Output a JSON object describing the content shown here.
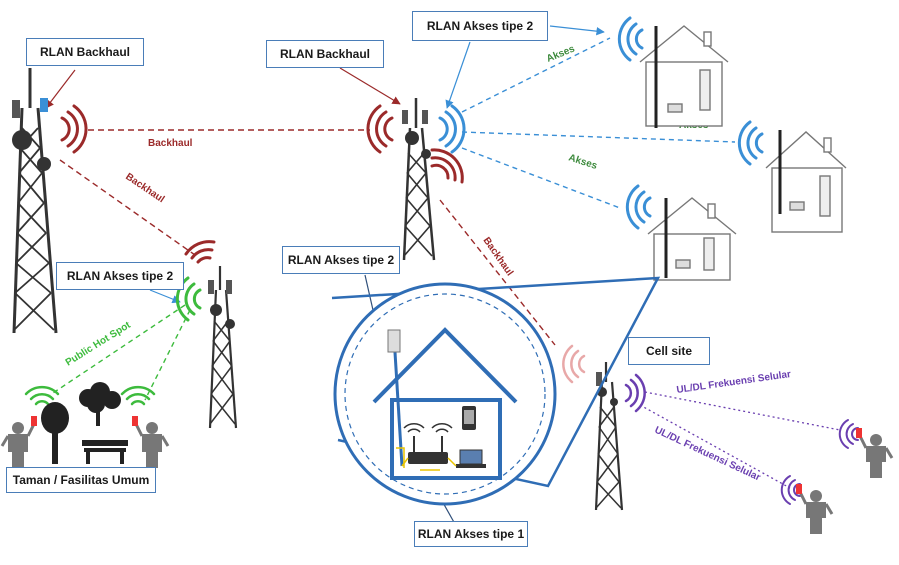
{
  "labels": {
    "rlan_backhaul_left": "RLAN Backhaul",
    "rlan_backhaul_center": "RLAN Backhaul",
    "rlan_akses_tipe2_top": "RLAN Akses tipe 2",
    "rlan_akses_tipe2_left": "RLAN Akses tipe 2",
    "rlan_akses_tipe2_mid": "RLAN Akses tipe 2",
    "rlan_akses_tipe1": "RLAN Akses tipe 1",
    "cell_site": "Cell site",
    "taman": "Taman / Fasilitas Umum"
  },
  "links": {
    "backhaul": "Backhaul",
    "akses": "Akses",
    "public_hot_spot": "Public Hot Spot",
    "ul_dl": "UL/DL Frekuensi Selular"
  },
  "colors": {
    "backhaul": "#9b2a2a",
    "akses": "#3a8fd6",
    "akses_text": "#3d8a3d",
    "hotspot": "#3dbb3d",
    "cellular": "#6a3fb0",
    "house": "#2f6db5",
    "tower": "#333333",
    "callout_border": "#4a7db8"
  },
  "icons": [
    "tower-icon",
    "house-icon",
    "person-icon",
    "tree-icon",
    "bench-icon",
    "router-icon",
    "laptop-icon",
    "phone-icon",
    "wifi-icon"
  ]
}
